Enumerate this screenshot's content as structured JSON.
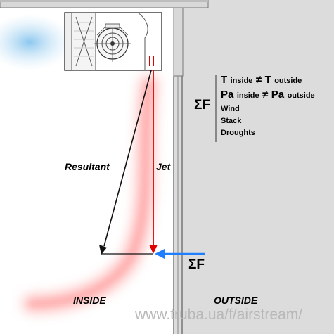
{
  "forces": {
    "sigma_label": "ΣF",
    "sigma_bottom": "ΣF",
    "temp": {
      "t1": "T",
      "t1_sub": "inside",
      "neq": "≠",
      "t2": "T",
      "t2_sub": "outside"
    },
    "press": {
      "p1": "Pa",
      "p1_sub": "inside",
      "neq": "≠",
      "p2": "Pa",
      "p2_sub": "outside"
    },
    "extra": [
      "Wind",
      "Stack",
      "Droughts"
    ]
  },
  "vectors": {
    "resultant": "Resultant",
    "jet": "Jet"
  },
  "zones": {
    "inside": "INSIDE",
    "outside": "OUTSIDE"
  },
  "footer": "www.truba.ua/f/airstream/",
  "colors": {
    "background": "#dcdcdc",
    "room": "#ffffff",
    "jet": "#e00000",
    "external_force": "#1f7fff",
    "flow_glow": "#ff6b6b",
    "sky_glow": "#9fd1f2"
  }
}
